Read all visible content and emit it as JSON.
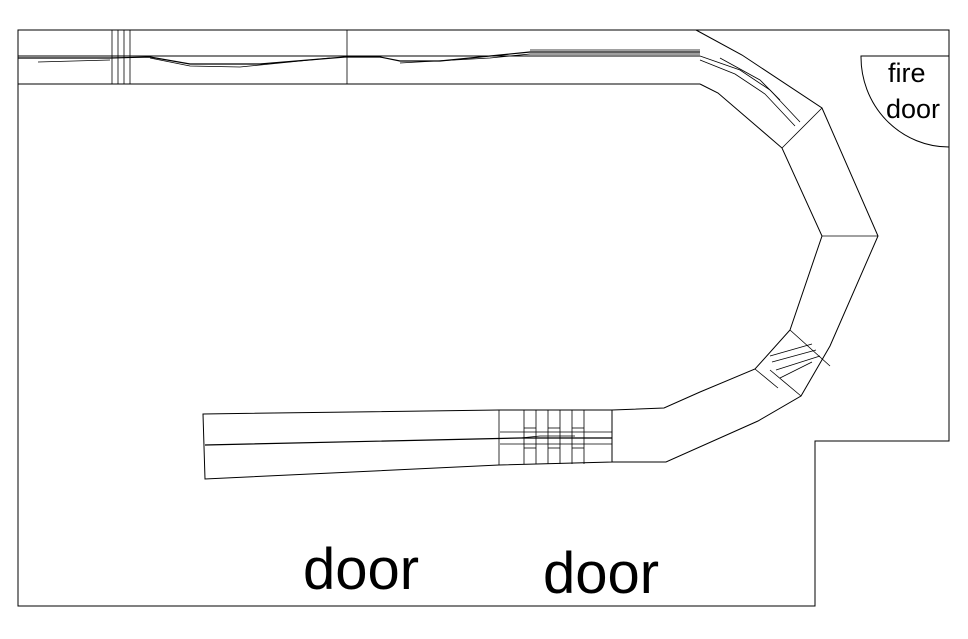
{
  "labels": {
    "fire_door_line1": "fire",
    "fire_door_line2": "door",
    "door_left": "door",
    "door_right": "door"
  }
}
